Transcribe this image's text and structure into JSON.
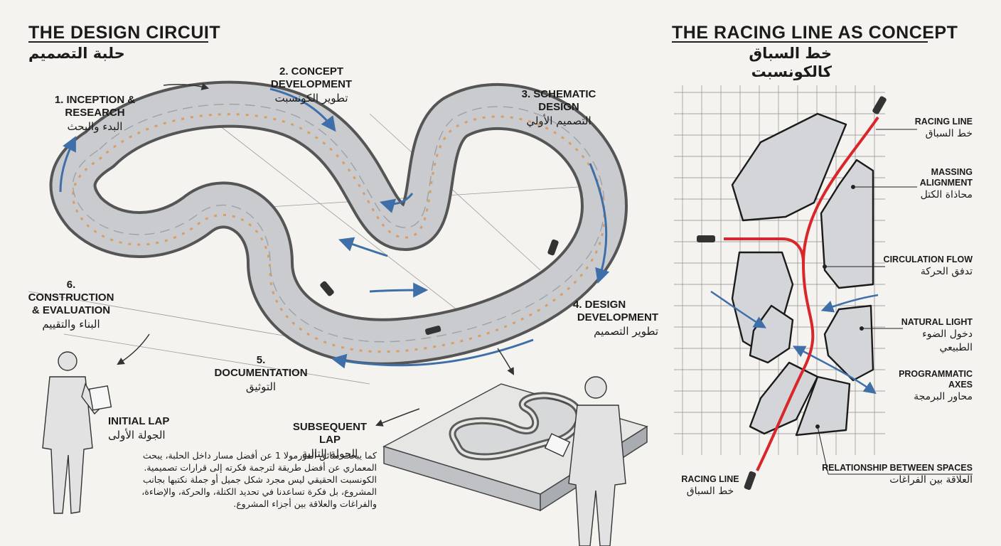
{
  "left": {
    "title": "THE DESIGN CIRCUIT",
    "title_ar": "حلبة التصميم",
    "stages": [
      {
        "en": "1. INCEPTION & RESEARCH",
        "ar": "البدء والبحث"
      },
      {
        "en": "2. CONCEPT DEVELOPMENT",
        "ar": "تطوير الكونسبت"
      },
      {
        "en": "3. SCHEMATIC DESIGN",
        "ar": "التصميم الأولي"
      },
      {
        "en": "4. DESIGN",
        "en2": "DEVELOPMENT",
        "ar": "تطوير التصميم"
      },
      {
        "en": "5. DOCUMENTATION",
        "ar": "التوثيق"
      },
      {
        "en": "6. CONSTRUCTION",
        "en2": "& EVALUATION",
        "ar": "البناء والتقييم"
      }
    ],
    "initial_lap": {
      "en": "INITIAL LAP",
      "ar": "الجولة الأولى"
    },
    "subsequent_lap": {
      "en": "SUBSEQUENT LAP",
      "ar": "الجولة التالية"
    },
    "paragraph": "كما يبحث سائق الفورمولا 1 عن أفضل مسار داخل الحلبة، يبحث المعماري عن أفضل طريقة لترجمة فكرته إلى قرارات تصميمية. الكونسبت الحقيقي ليس مجرد شكل جميل أو جملة نكتبها بجانب المشروع، بل فكرة تساعدنا في تحديد الكتلة، والحركة، والإضاءة، والفراغات والعلاقة بين أجزاء المشروع."
  },
  "right": {
    "title": "THE RACING LINE AS CONCEPT",
    "title_ar": "خط السباق كالكونسبت",
    "labels": [
      {
        "en": "RACING LINE",
        "ar": "خط السباق"
      },
      {
        "en": "MASSING",
        "en2": "ALIGNMENT",
        "ar": "محاذاة الكتل"
      },
      {
        "en": "CIRCULATION FLOW",
        "ar": "تدفق الحركة"
      },
      {
        "en": "NATURAL LIGHT",
        "ar": "دخول الضوء",
        "ar2": "الطبيعي"
      },
      {
        "en": "PROGRAMMATIC",
        "en2": "AXES",
        "ar": "محاور البرمجة"
      },
      {
        "en": "RELATIONSHIP BETWEEN SPACES",
        "ar": "العلاقة بين الفراغات"
      }
    ],
    "bottom_racing_line": {
      "en": "RACING LINE",
      "ar": "خط السباق"
    }
  },
  "colors": {
    "racing_line": "#d9262a",
    "flow_arrow": "#3f6fa8",
    "orange_dash": "#e08a3c",
    "ink": "#1b1b1b"
  }
}
